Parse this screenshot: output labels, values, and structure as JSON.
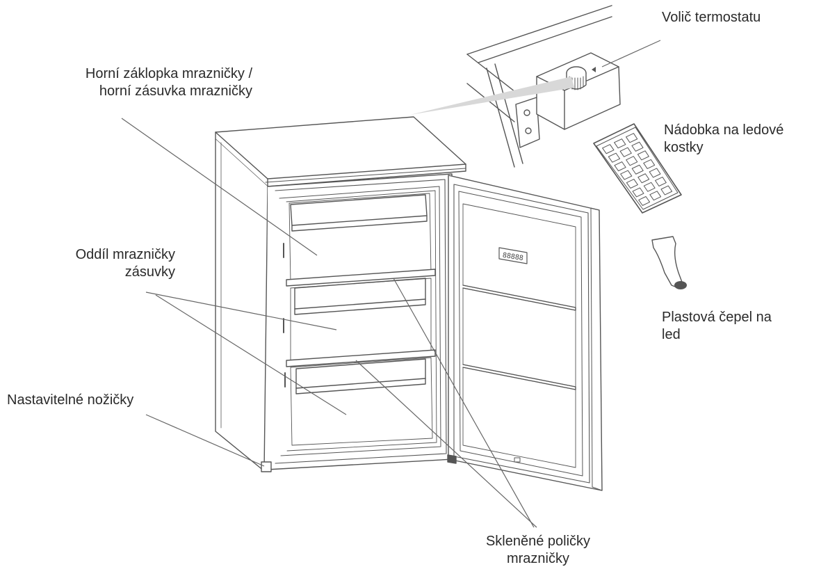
{
  "labels": {
    "thermostat": [
      "Volič termostatu"
    ],
    "top_flap": [
      "Horní záklopka mrazničky /",
      "horní zásuvka mrazničky"
    ],
    "ice_tray": [
      "Nádobka na ledové",
      "kostky"
    ],
    "compartment": [
      "Oddíl mrazničky",
      "zásuvky"
    ],
    "scraper": [
      "Plastová čepel na",
      "led"
    ],
    "feet": [
      "Nastavitelné nožičky"
    ],
    "shelves": [
      "Skleněné poličky",
      "mrazničky"
    ]
  },
  "door_display": "88888",
  "colors": {
    "line": "#555555",
    "text": "#2a2a2a",
    "fill": "#ffffff",
    "shade": "#d8d8d8"
  }
}
